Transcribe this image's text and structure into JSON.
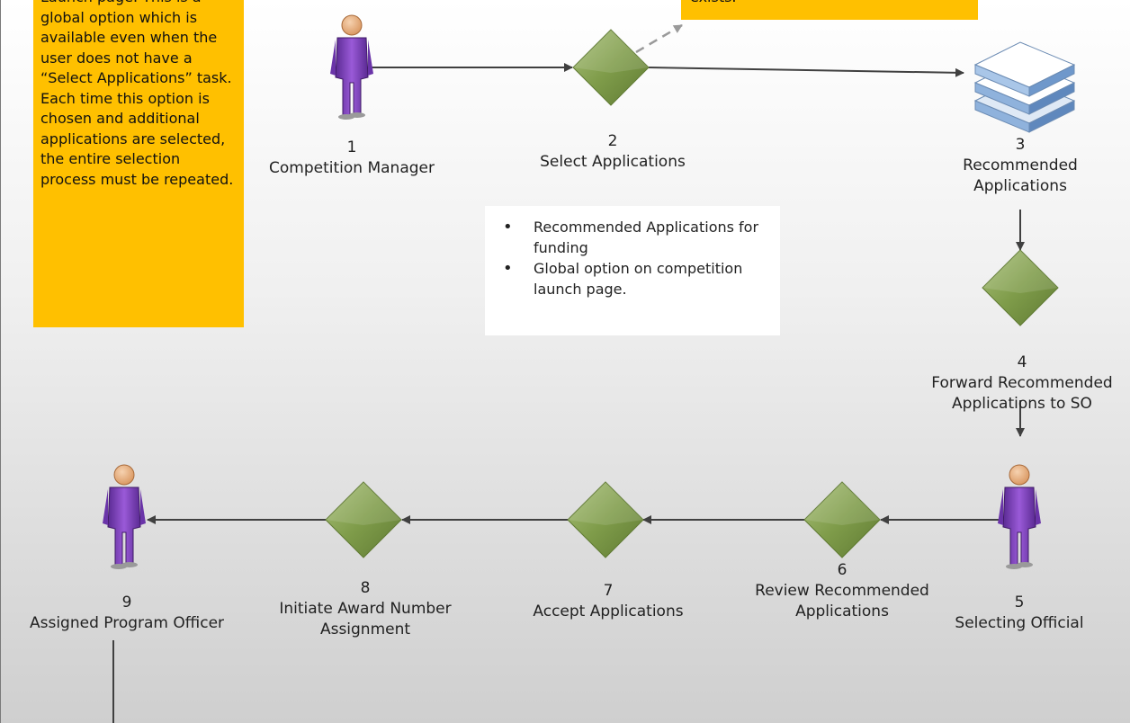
{
  "notes": {
    "left": "Launch page. This is a global option which is available even when the user does not have a “Select Applications” task. Each time this option is chosen and additional applications are selected, the entire selection process must be repeated.",
    "top": "exists."
  },
  "bullets": [
    "Recommended Applications for funding",
    "Global option on competition launch page."
  ],
  "steps": [
    {
      "num": "1",
      "label": "Competition Manager",
      "kind": "person-icon"
    },
    {
      "num": "2",
      "label": "Select Applications",
      "kind": "decision-diamond"
    },
    {
      "num": "3",
      "label": "Recommended Applications",
      "kind": "documents-stack-icon"
    },
    {
      "num": "4",
      "label": "Forward Recommended Applications to SO",
      "kind": "decision-diamond"
    },
    {
      "num": "5",
      "label": "Selecting Official",
      "kind": "person-icon"
    },
    {
      "num": "6",
      "label": "Review Recommended Applications",
      "kind": "decision-diamond"
    },
    {
      "num": "7",
      "label": "Accept Applications",
      "kind": "decision-diamond"
    },
    {
      "num": "8",
      "label": "Initiate Award Number Assignment",
      "kind": "decision-diamond"
    },
    {
      "num": "9",
      "label": "Assigned Program Officer",
      "kind": "person-icon"
    }
  ],
  "colors": {
    "note": "#ffc000",
    "diamond": "#7f9c4a",
    "person": "#7b3fb8",
    "arrow": "#404040",
    "dashed_arrow": "#9a9a9a"
  }
}
